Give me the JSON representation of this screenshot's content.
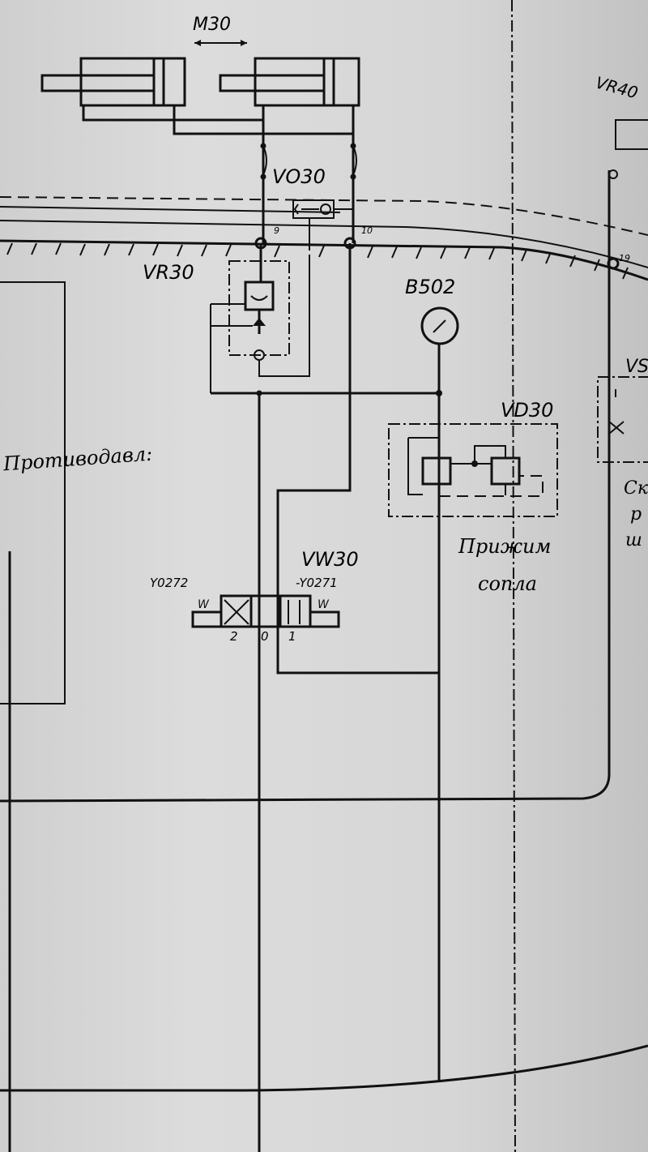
{
  "labels": {
    "cylinder": "M30",
    "shuttle_valve": "VO30",
    "check_valve": "VR30",
    "gauge": "B502",
    "pressure_valve": "VD30",
    "directional_valve": "VW30",
    "solenoid_left": "Y0272",
    "solenoid_right": "-Y0271",
    "valve_positions": [
      "2",
      "0",
      "1"
    ],
    "right_valve": "VR40",
    "right_block": "VS",
    "port_9": "9",
    "port_10": "10",
    "port_19": "19"
  },
  "handwritten": {
    "left_note": "Противодавл:",
    "vd30_note_line1": "Прижим",
    "vd30_note_line2": "сопла",
    "right_note": [
      "Ско",
      "р",
      "ш"
    ]
  },
  "colors": {
    "ink": "#111111",
    "paper": "#d6d6d6"
  }
}
